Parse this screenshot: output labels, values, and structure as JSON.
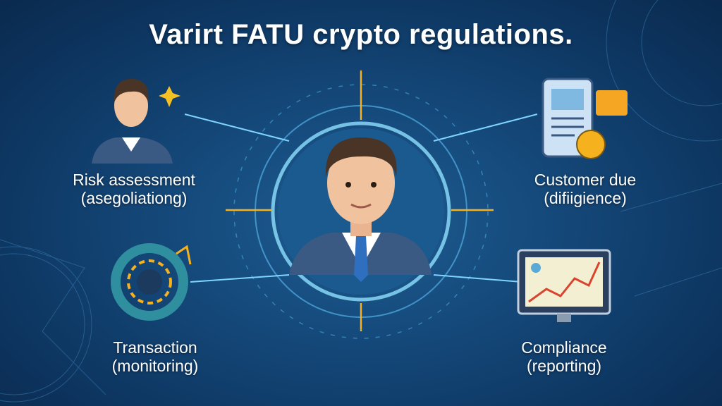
{
  "title": "Varirt FATU crypto regulations.",
  "nodes": [
    {
      "line1": "Risk assessment",
      "line2": "(asegoliationg)",
      "icon": "person-icon"
    },
    {
      "line1": "Customer  due",
      "line2": "(difiigience)",
      "icon": "document-icon"
    },
    {
      "line1": "Transaction",
      "line2": "(monitoring)",
      "icon": "circular-gauge-icon"
    },
    {
      "line1": "Compliance",
      "line2": "(reporting)",
      "icon": "monitor-chart-icon"
    }
  ],
  "colors": {
    "accent": "#f5b21e",
    "glow": "#7fd4ff",
    "background": "#154a7c"
  }
}
